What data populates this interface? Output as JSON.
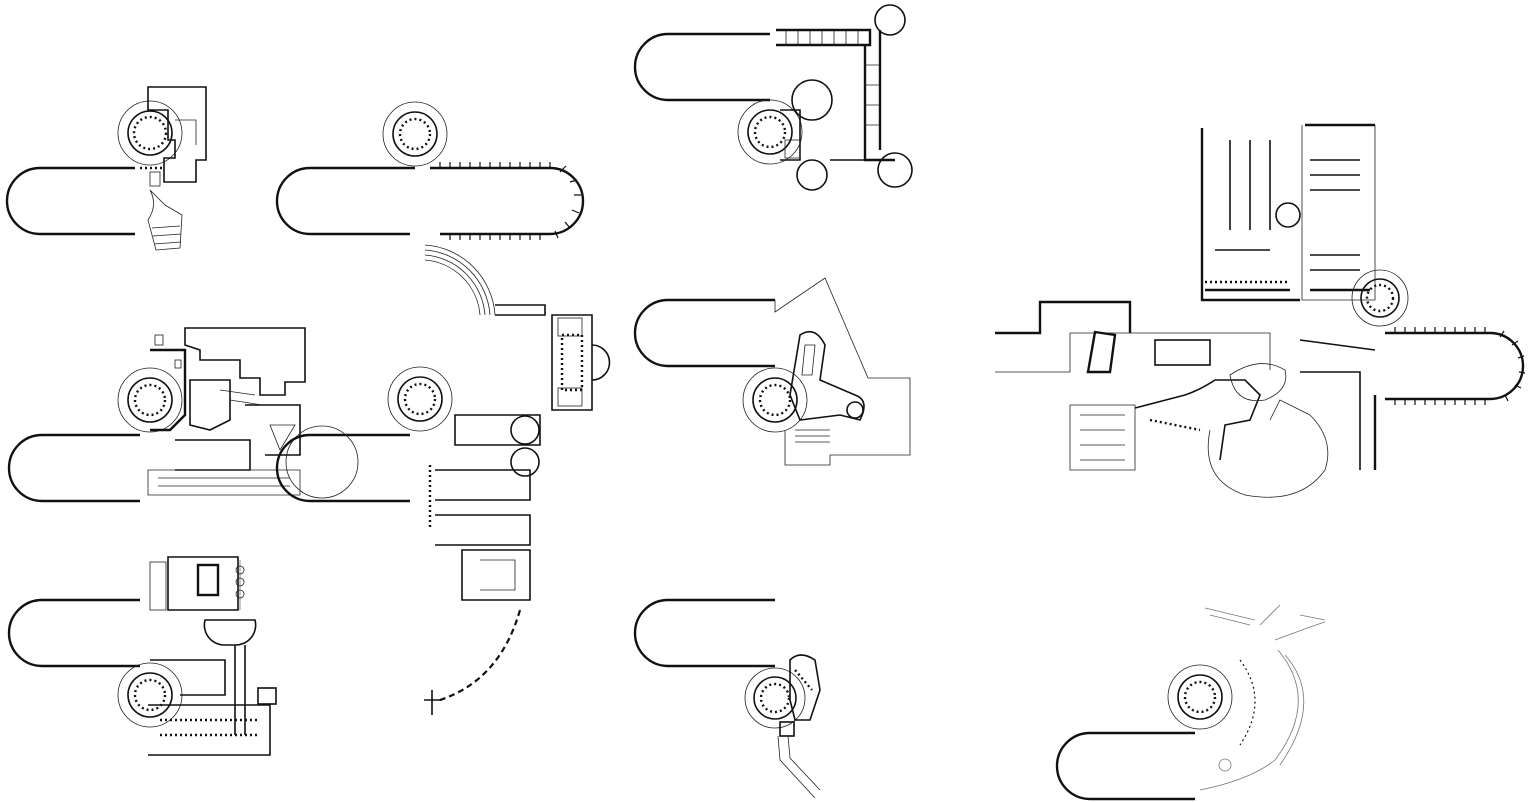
{
  "sheet": {
    "background": "#ffffff",
    "ink": "#111111",
    "plans": [
      {
        "id": "plan-1",
        "kind": "track-with-villa"
      },
      {
        "id": "plan-2",
        "kind": "track-with-colonnade"
      },
      {
        "id": "plan-3",
        "kind": "track-with-castle"
      },
      {
        "id": "plan-4",
        "kind": "track-with-complex-building"
      },
      {
        "id": "plan-5",
        "kind": "track-with-roman-ruins"
      },
      {
        "id": "plan-6",
        "kind": "track-with-freeform-building"
      },
      {
        "id": "plan-7",
        "kind": "track-with-modern-campus"
      },
      {
        "id": "plan-8",
        "kind": "track-with-courtyard-building"
      },
      {
        "id": "plan-9",
        "kind": "track-with-small-pavilion"
      },
      {
        "id": "plan-10",
        "kind": "track-with-arc-path"
      }
    ]
  }
}
